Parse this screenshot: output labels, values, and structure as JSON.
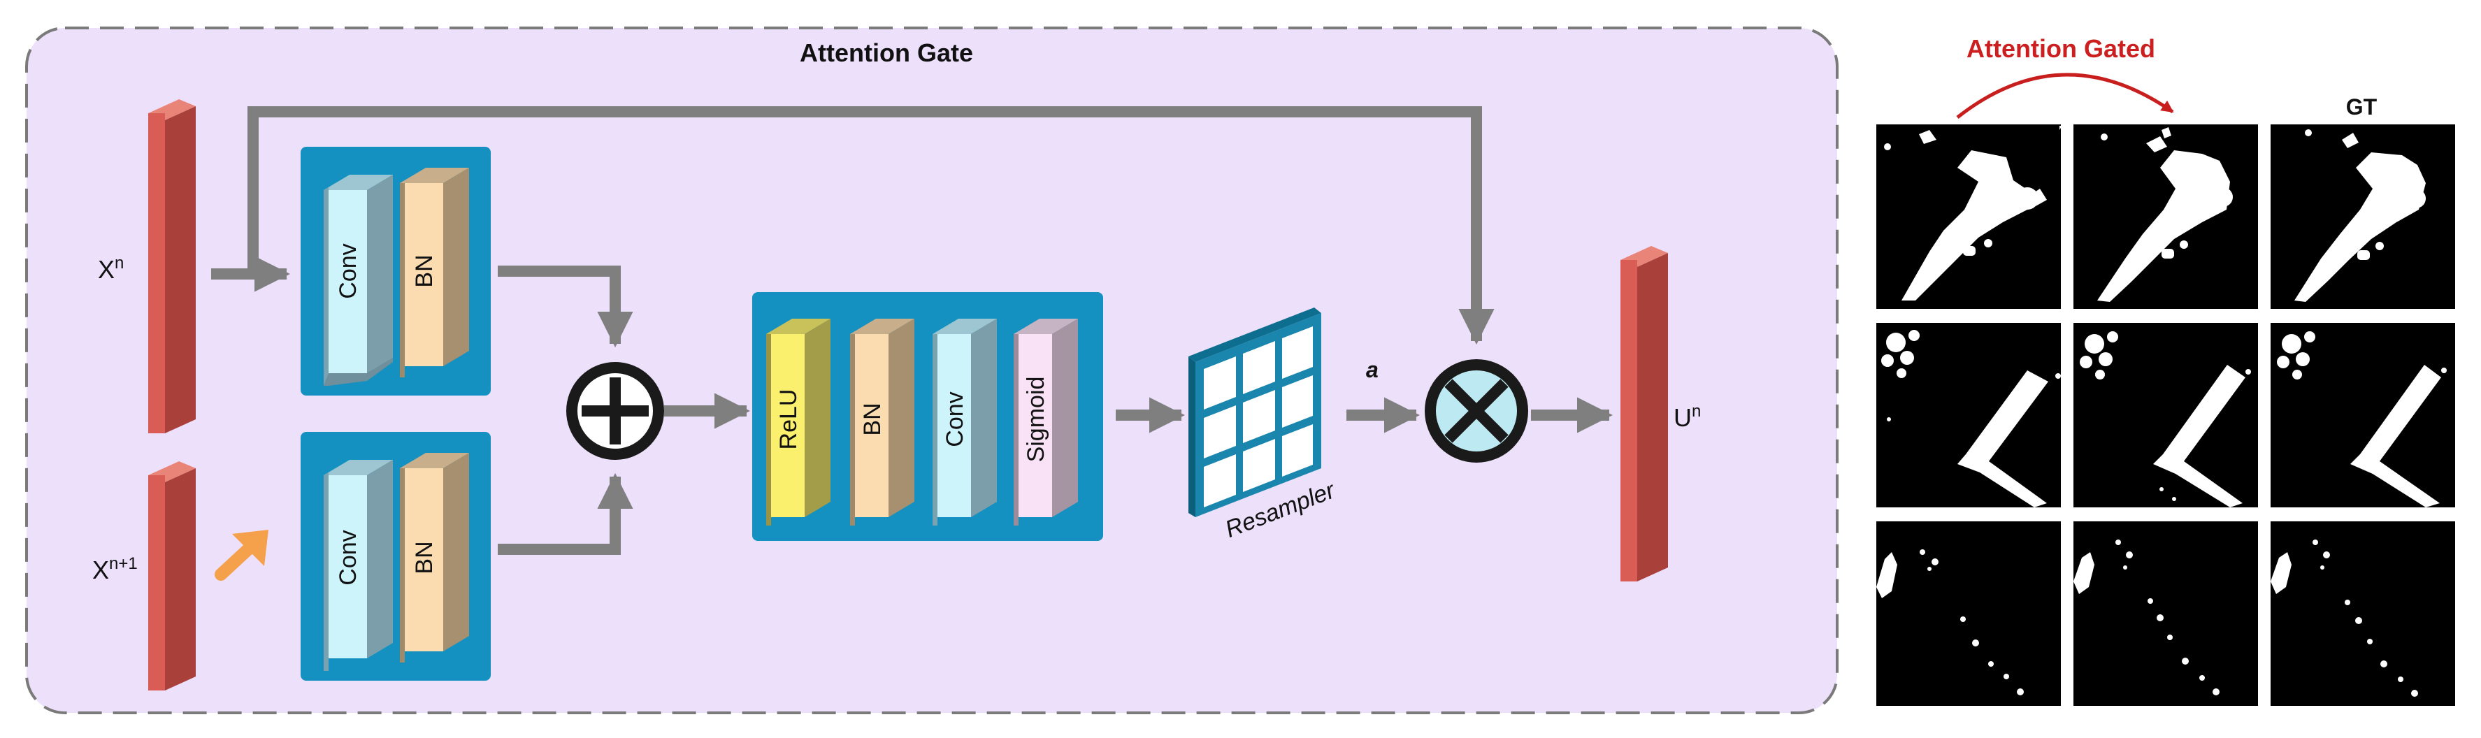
{
  "diagram": {
    "title": "Attention Gate",
    "inputs": {
      "xn": {
        "base": "X",
        "sup": "n"
      },
      "xn1": {
        "base": "X",
        "sup": "n+1"
      }
    },
    "output": {
      "base": "U",
      "sup": "n"
    },
    "upper_block": [
      "Conv",
      "BN"
    ],
    "lower_block": [
      "Conv",
      "BN"
    ],
    "middle_block": [
      "ReLU",
      "BN",
      "Conv",
      "Sigmoid"
    ],
    "resampler_label": "Resampler",
    "alpha_label": "a",
    "colors": {
      "panel_bg": "#ede0fb",
      "panel_border": "#7a7a7a",
      "block_bg": "#1591c1",
      "feature_bar": "#d95d55",
      "arrow": "#7f7f7f",
      "conv": "#cdf3fb",
      "bn": "#fbdcb0",
      "relu": "#fbef6e",
      "sigmoid": "#f9e2f5",
      "upsample_arrow": "#f5a04a"
    }
  },
  "results": {
    "header": "Attention Gated",
    "gt_label": "GT",
    "header_color": "#cc1f1f"
  }
}
